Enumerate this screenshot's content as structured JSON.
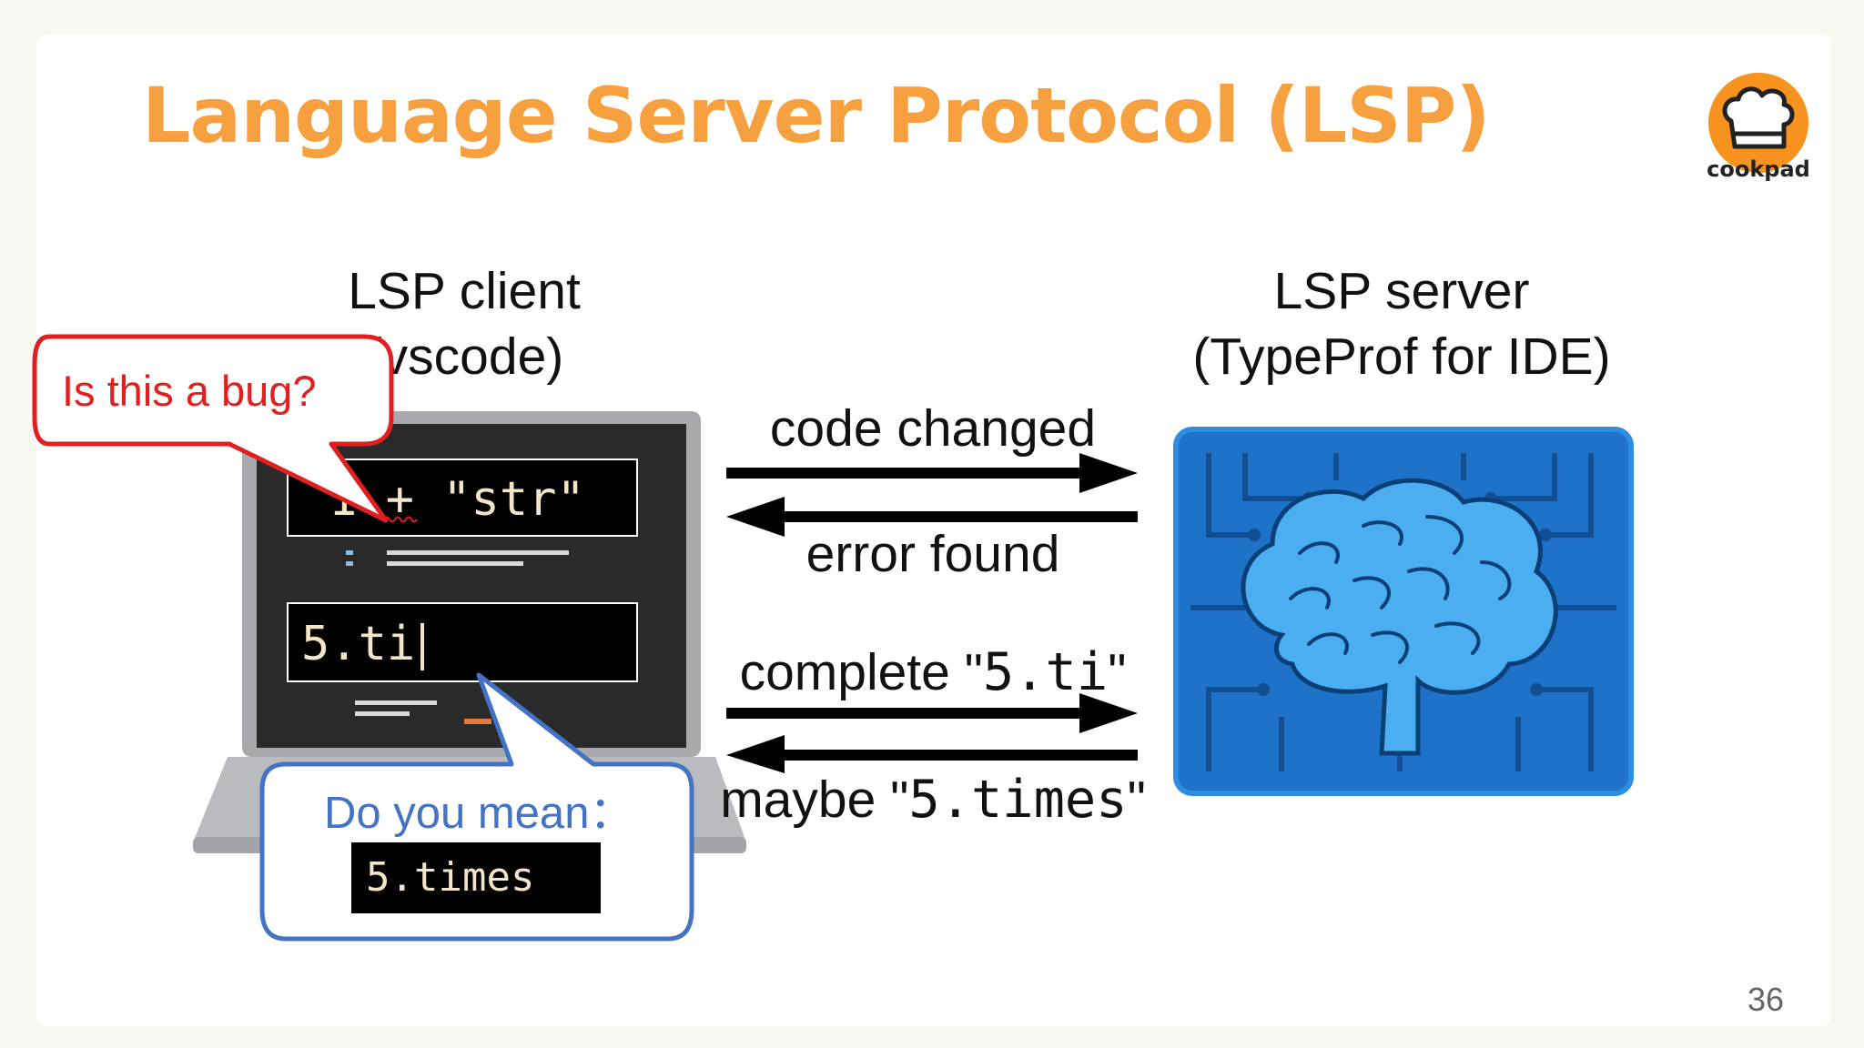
{
  "slide": {
    "title": "Language Server Protocol (LSP)",
    "page_number": "36"
  },
  "logo": {
    "text": "cookpad",
    "color": "#f7931e"
  },
  "client": {
    "label_line1": "LSP client",
    "label_line2": "(vscode)"
  },
  "server": {
    "label_line1": "LSP server",
    "label_line2": "(TypeProf for IDE)"
  },
  "editor": {
    "line1_code": "1 + \"str\"",
    "line2_code": "5.ti"
  },
  "bubbles": {
    "bug": {
      "text": "Is this a bug?",
      "color": "#e02020"
    },
    "suggestion": {
      "text": "Do you mean：",
      "code": "5.times",
      "color": "#4472c4"
    }
  },
  "arrows": {
    "request1": "code changed",
    "response1": "error found",
    "request2_prefix": "complete \"",
    "request2_code": "5.ti",
    "request2_suffix": "\"",
    "response2_prefix": "maybe \"",
    "response2_code": "5.times",
    "response2_suffix": "\""
  },
  "icons": [
    "laptop-icon",
    "brain-circuit-icon",
    "chef-hat-icon"
  ]
}
